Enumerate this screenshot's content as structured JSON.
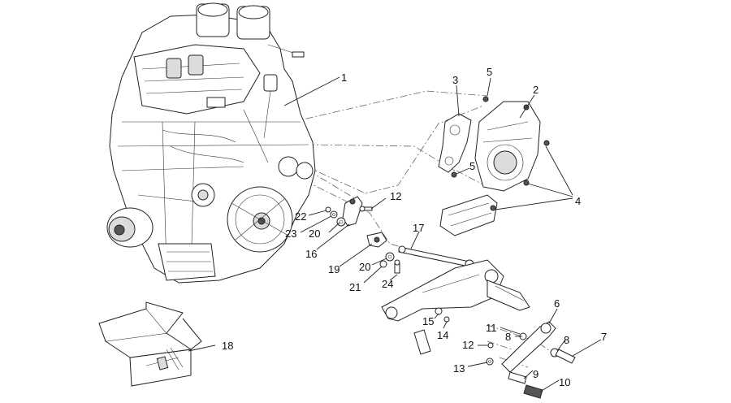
{
  "callouts": [
    {
      "id": "c1",
      "text": "1"
    },
    {
      "id": "c2",
      "text": "2"
    },
    {
      "id": "c3",
      "text": "3"
    },
    {
      "id": "c4",
      "text": "4"
    },
    {
      "id": "c5a",
      "text": "5"
    },
    {
      "id": "c5b",
      "text": "5"
    },
    {
      "id": "c6",
      "text": "6"
    },
    {
      "id": "c7",
      "text": "7"
    },
    {
      "id": "c8a",
      "text": "8"
    },
    {
      "id": "c8b",
      "text": "8"
    },
    {
      "id": "c9",
      "text": "9"
    },
    {
      "id": "c10",
      "text": "10"
    },
    {
      "id": "c11",
      "text": "11"
    },
    {
      "id": "c12a",
      "text": "12"
    },
    {
      "id": "c12b",
      "text": "12"
    },
    {
      "id": "c13",
      "text": "13"
    },
    {
      "id": "c14",
      "text": "14"
    },
    {
      "id": "c15",
      "text": "15"
    },
    {
      "id": "c16",
      "text": "16"
    },
    {
      "id": "c17",
      "text": "17"
    },
    {
      "id": "c18",
      "text": "18"
    },
    {
      "id": "c19",
      "text": "19"
    },
    {
      "id": "c20a",
      "text": "20"
    },
    {
      "id": "c20b",
      "text": "20"
    },
    {
      "id": "c21",
      "text": "21"
    },
    {
      "id": "c22",
      "text": "22"
    },
    {
      "id": "c23",
      "text": "23"
    },
    {
      "id": "c24",
      "text": "24"
    }
  ]
}
